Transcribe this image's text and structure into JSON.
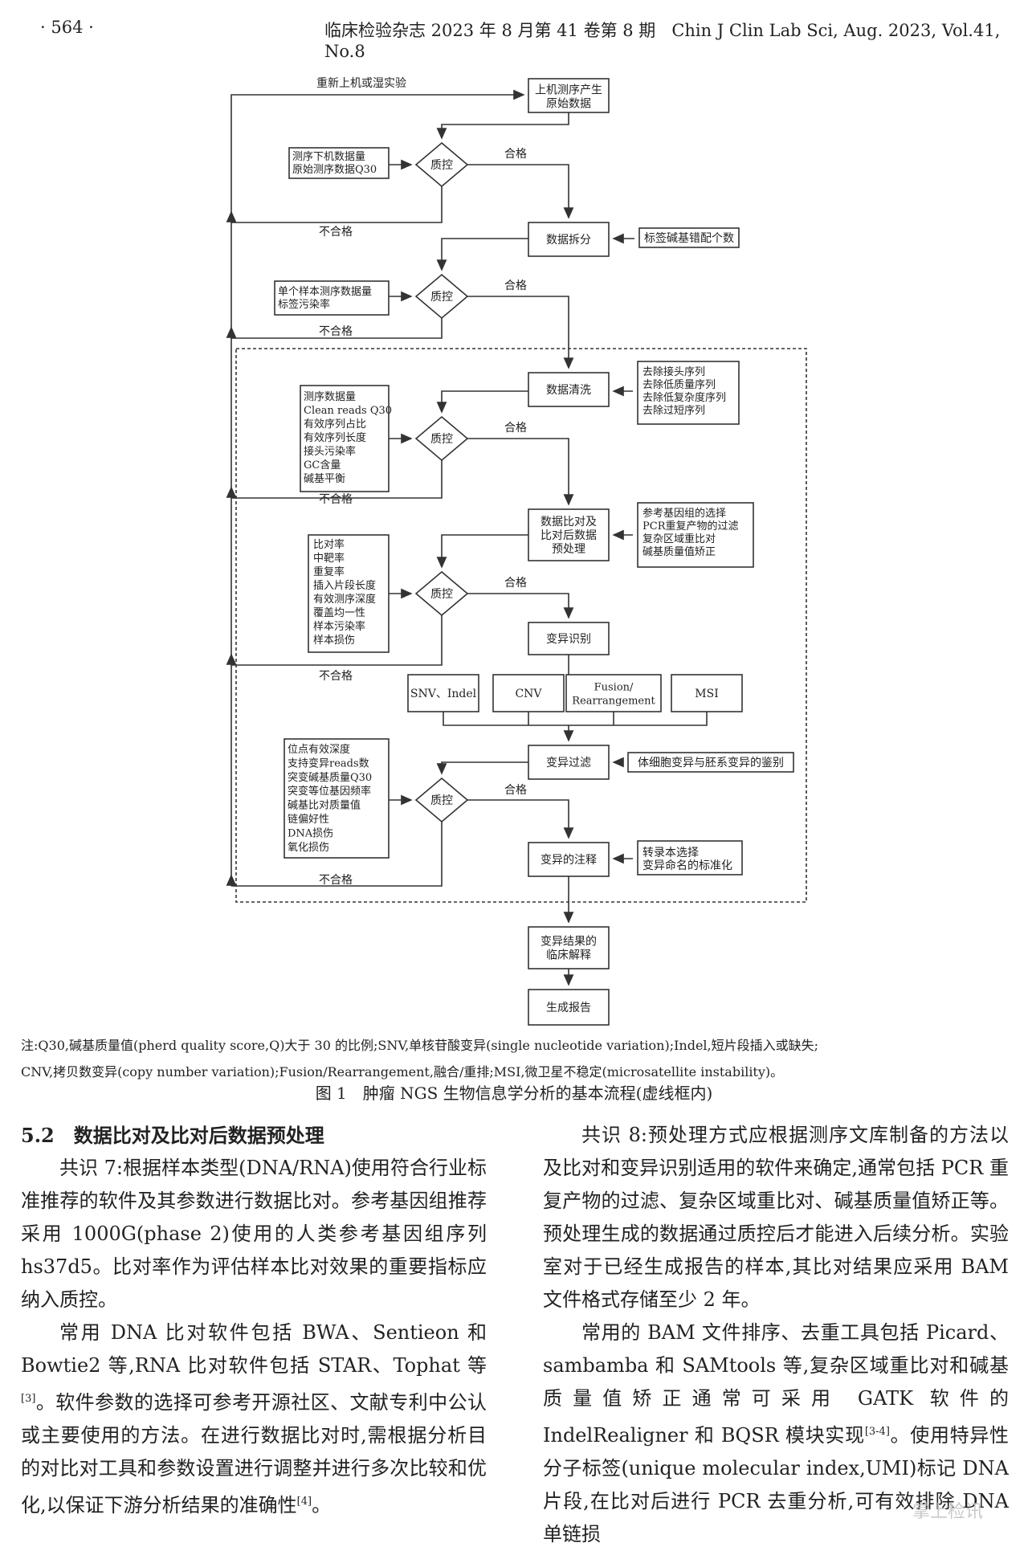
{
  "header": {
    "page_number": "· 564 ·",
    "journal": "临床检验杂志 2023 年 8 月第 41 卷第 8 期",
    "journal_en": "Chin J Clin Lab Sci, Aug. 2023, Vol.41, No.8"
  },
  "flowchart": {
    "start": "上机测序产生\n原始数据",
    "rerun_label": "重新上机或湿实验",
    "qc": "质控",
    "pass": "合格",
    "fail": "不合格",
    "qc1_params": "测序下机数据量\n原始测序数据Q30",
    "demux": "数据拆分",
    "demux_param": "标签碱基错配个数",
    "qc2_params": "单个样本测序数据量\n标签污染率",
    "clean": "数据清洗",
    "clean_params": "去除接头序列\n去除低质量序列\n去除低复杂度序列\n去除过短序列",
    "qc3_params": "测序数据量\nClean reads Q30\n有效序列占比\n有效序列长度\n接头污染率\nGC含量\n碱基平衡",
    "align": "数据比对及\n比对后数据\n预处理",
    "align_params": "参考基因组的选择\nPCR重复产物的过滤\n复杂区域重比对\n碱基质量值矫正",
    "qc4_params": "比对率\n中靶率\n重复率\n插入片段长度\n有效测序深度\n覆盖均一性\n样本污染率\n样本损伤",
    "varcall": "变异识别",
    "var_types": [
      "SNV、Indel",
      "CNV",
      "Fusion/\nRearrangement",
      "MSI"
    ],
    "filter": "变异过滤",
    "filter_param": "体细胞变异与胚系变异的鉴别",
    "qc5_params": "位点有效深度\n支持变异reads数\n突变碱基质量Q30\n突变等位基因频率\n碱基比对质量值\n链偏好性\nDNA损伤\n氧化损伤",
    "annot": "变异的注释",
    "annot_params": "转录本选择\n变异命名的标准化",
    "interp": "变异结果的\n临床解释",
    "report": "生成报告"
  },
  "figure": {
    "note_line1": "注:Q30,碱基质量值(pherd quality score,Q)大于 30 的比例;SNV,单核苷酸变异(single nucleotide variation);Indel,短片段插入或缺失;",
    "note_line2": "CNV,拷贝数变异(copy number variation);Fusion/Rearrangement,融合/重排;MSI,微卫星不稳定(microsatellite instability)。",
    "caption": "图 1　肿瘤 NGS 生物信息学分析的基本流程(虚线框内)"
  },
  "body": {
    "left": {
      "heading": "5.2　数据比对及比对后数据预处理",
      "p1": "共识 7:根据样本类型(DNA/RNA)使用符合行业标准推荐的软件及其参数进行数据比对。参考基因组推荐采用 1000G(phase 2)使用的人类参考基因组序列 hs37d5。比对率作为评估样本比对效果的重要指标应纳入质控。",
      "p2": "常用 DNA 比对软件包括 BWA、Sentieon 和 Bowtie2 等,RNA 比对软件包括 STAR、Tophat 等",
      "p2_ref": "[3]",
      "p2_tail": "。软件参数的选择可参考开源社区、文献专利中公认或主要使用的方法。在进行数据比对时,需根据分析目的对比对工具和参数设置进行调整并进行多次比较和优化,以保证下游分析结果的准确性",
      "p2_ref2": "[4]",
      "p2_end": "。"
    },
    "right": {
      "p1": "共识 8:预处理方式应根据测序文库制备的方法以及比对和变异识别适用的软件来确定,通常包括 PCR 重复产物的过滤、复杂区域重比对、碱基质量值矫正等。预处理生成的数据通过质控后才能进入后续分析。实验室对于已经生成报告的样本,其比对结果应采用 BAM 文件格式存储至少 2 年。",
      "p2": "常用的 BAM 文件排序、去重工具包括 Picard、sambamba 和 SAMtools 等,复杂区域重比对和碱基质量值矫正通常可采用 GATK 软件的 IndelRealigner 和 BQSR 模块实现",
      "p2_ref": "[3-4]",
      "p2_tail": "。使用特异性分子标签(unique molecular index,UMI)标记 DNA 片段,在比对后进行 PCR 去重分析,可有效排除 DNA 单链损"
    }
  },
  "watermark": "掌上检讯"
}
